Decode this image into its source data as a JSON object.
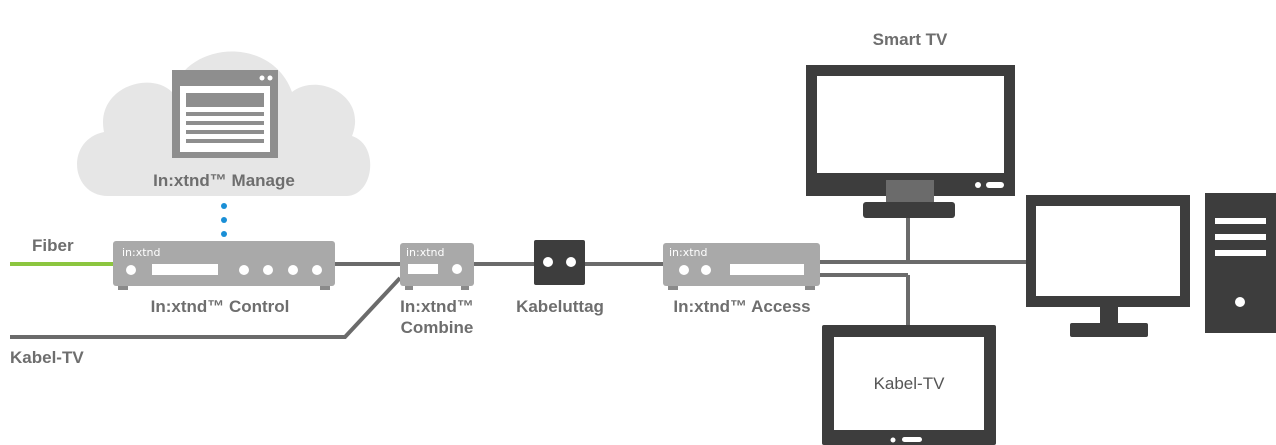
{
  "labels": {
    "cloud": "In:xtnd™ Manage",
    "fiber": "Fiber",
    "kabel_tv_in": "Kabel-TV",
    "control": "In:xtnd™ Control",
    "combine_line1": "In:xtnd™",
    "combine_line2": "Combine",
    "outlet": "Kabeluttag",
    "access": "In:xtnd™ Access",
    "smart_tv": "Smart TV",
    "tablet_screen": "Kabel-TV"
  },
  "brand_text": "in:xtnd",
  "colors": {
    "line": "#6b6b6b",
    "fiber": "#8cc63f",
    "device": "#a9a9a9",
    "dark": "#3d3d3d",
    "cloud": "#e6e6e6",
    "dots": "#1a8fd6",
    "label": "#6e6e6e"
  },
  "icons": [
    "cloud-icon",
    "browser-window-icon",
    "smart-tv-icon",
    "desktop-monitor-icon",
    "pc-tower-icon",
    "tablet-icon",
    "wall-outlet-icon"
  ]
}
